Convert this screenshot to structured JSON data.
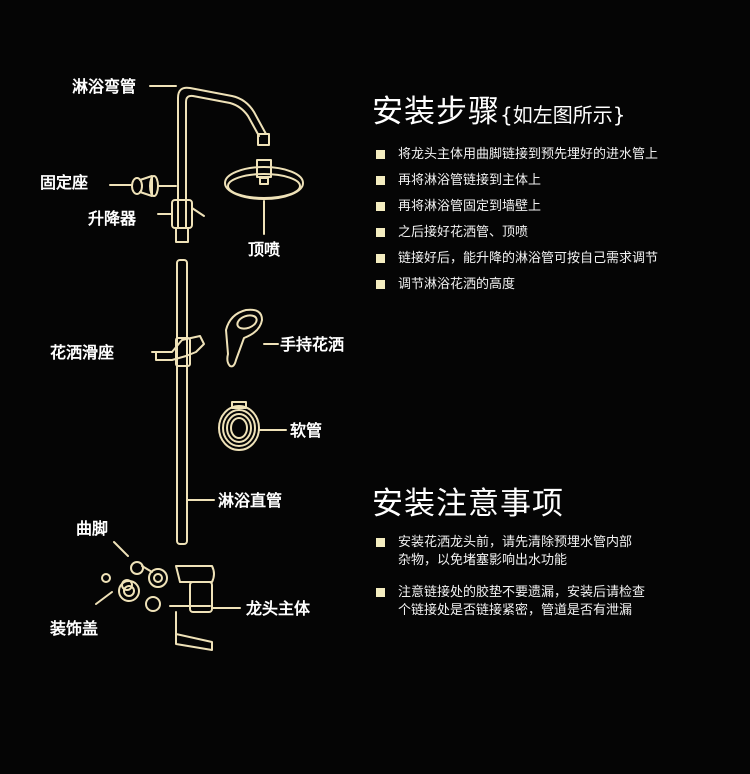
{
  "colors": {
    "background": "#050505",
    "outline": "#efe2b8",
    "text": "#ffffff",
    "bullet": "#f4edc0"
  },
  "parts": {
    "shower_arm": "淋浴弯管",
    "mount": "固定座",
    "lifter": "升降器",
    "top_shower": "顶喷",
    "slide_seat": "花洒滑座",
    "hand_shower": "手持花洒",
    "hose": "软管",
    "straight_pipe": "淋浴直管",
    "elbow": "曲脚",
    "cover": "装饰盖",
    "faucet_body": "龙头主体"
  },
  "install": {
    "title": "安装步骤",
    "subtitle": "{如左图所示}",
    "steps": [
      "将龙头主体用曲脚链接到预先埋好的进水管上",
      "再将淋浴管链接到主体上",
      "再将淋浴管固定到墙壁上",
      "之后接好花洒管、顶喷",
      "链接好后，能升降的淋浴管可按自己需求调节",
      "调节淋浴花洒的高度"
    ]
  },
  "notes": {
    "title": "安装注意事项",
    "items": [
      {
        "line1": "安装花洒龙头前，请先清除预埋水管内部",
        "line2": "杂物，以免堵塞影响出水功能"
      },
      {
        "line1": "注意链接处的胶垫不要遗漏，安装后请检查",
        "line2": "个链接处是否链接紧密，管道是否有泄漏"
      }
    ]
  }
}
